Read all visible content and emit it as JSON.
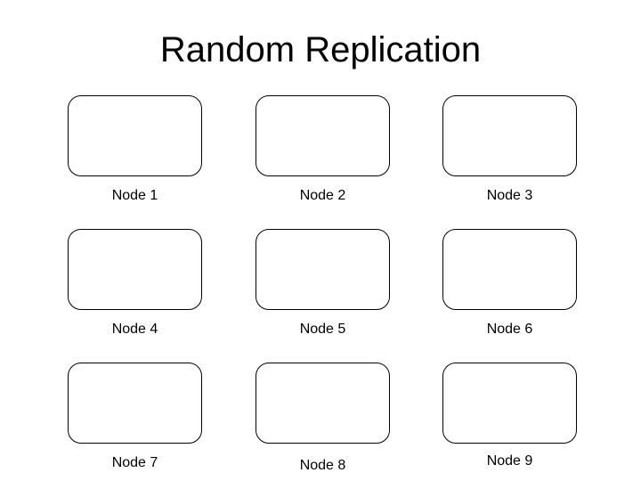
{
  "slide": {
    "title": "Random Replication",
    "background_color": "#ffffff",
    "title_color": "#000000",
    "node_border_color": "#000000",
    "node_fill_color": "#ffffff"
  },
  "nodes": [
    {
      "label": "Node 1"
    },
    {
      "label": "Node 2"
    },
    {
      "label": "Node 3"
    },
    {
      "label": "Node 4"
    },
    {
      "label": "Node 5"
    },
    {
      "label": "Node 6"
    },
    {
      "label": "Node 7"
    },
    {
      "label": "Node 8"
    },
    {
      "label": "Node 9"
    }
  ]
}
